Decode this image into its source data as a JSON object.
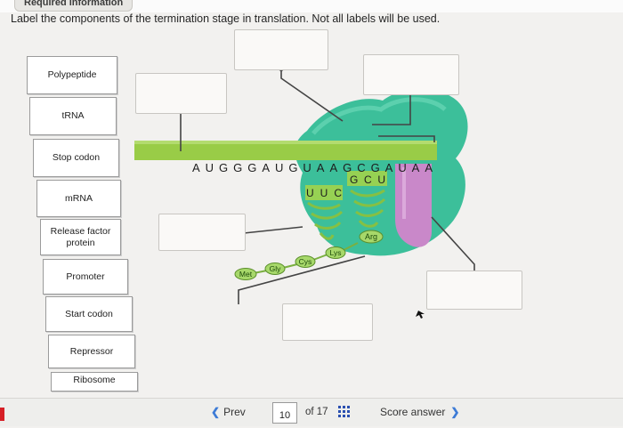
{
  "header": {
    "required_tab": "Required information"
  },
  "instruction": "Label the components of the termination stage in translation. Not all labels will be used.",
  "labels": [
    "Polypeptide",
    "tRNA",
    "Stop codon",
    "mRNA",
    "Release factor protein",
    "Promoter",
    "Start codon",
    "Repressor",
    "Ribosome"
  ],
  "diagram": {
    "mrna_sequence": "AUGGGAUGUAAGCGAUAA",
    "anticodon_1": "UUC",
    "anticodon_2": "GCU",
    "amino_acids": [
      "Met",
      "Gly",
      "Cys",
      "Lys",
      "Arg"
    ]
  },
  "colors": {
    "mrna_bar": "#99cc47",
    "ribosome": "#3cbf9a",
    "release_factor": "#c988c9",
    "trna": "#86c043"
  },
  "nav": {
    "prev_label": "Prev",
    "current_page": "10",
    "of_label": "of 17",
    "score_label": "Score answer"
  }
}
